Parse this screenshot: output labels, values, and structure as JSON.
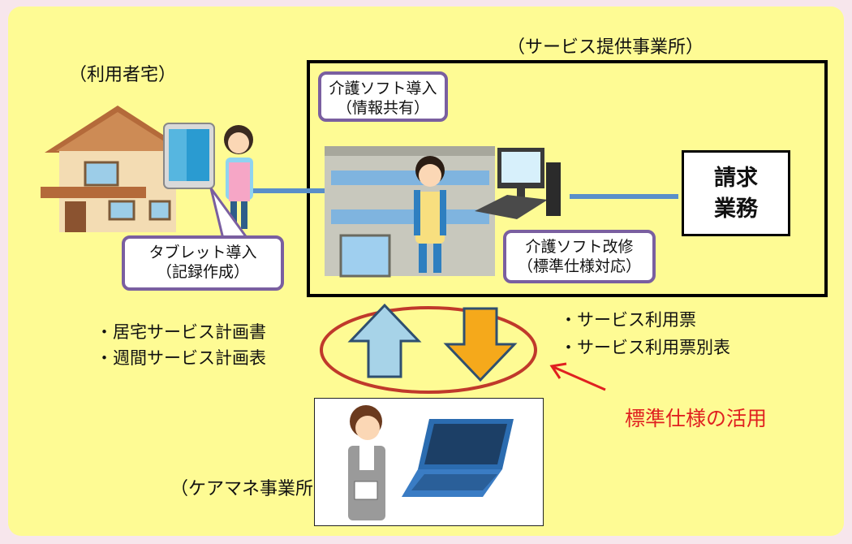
{
  "locations": {
    "user_home": "（利用者宅）",
    "service_office": "（サービス提供事業所）",
    "caremanager_office": "（ケアマネ事業所）"
  },
  "callouts": {
    "software_intro": [
      "介護ソフト導入",
      "（情報共有）"
    ],
    "tablet_intro": [
      "タブレット導入",
      "（記録作成）"
    ],
    "software_mod": [
      "介護ソフト改修",
      "（標準仕様対応）"
    ]
  },
  "billing": [
    "請求",
    "業務"
  ],
  "up_docs": [
    "・居宅サービス計画書",
    "・週間サービス計画表"
  ],
  "down_docs": [
    "・サービス利用票",
    "・サービス利用票別表"
  ],
  "standard_label": "標準仕様の活用",
  "colors": {
    "panel": "#fefb94",
    "outer": "#f7e6ec",
    "callout_border": "#7a5fa0",
    "connector": "#5a8fc9",
    "up_arrow": "#a7d3e8",
    "down_arrow": "#f5a91b",
    "ellipse": "#c0392b",
    "annotation": "#e02020"
  }
}
